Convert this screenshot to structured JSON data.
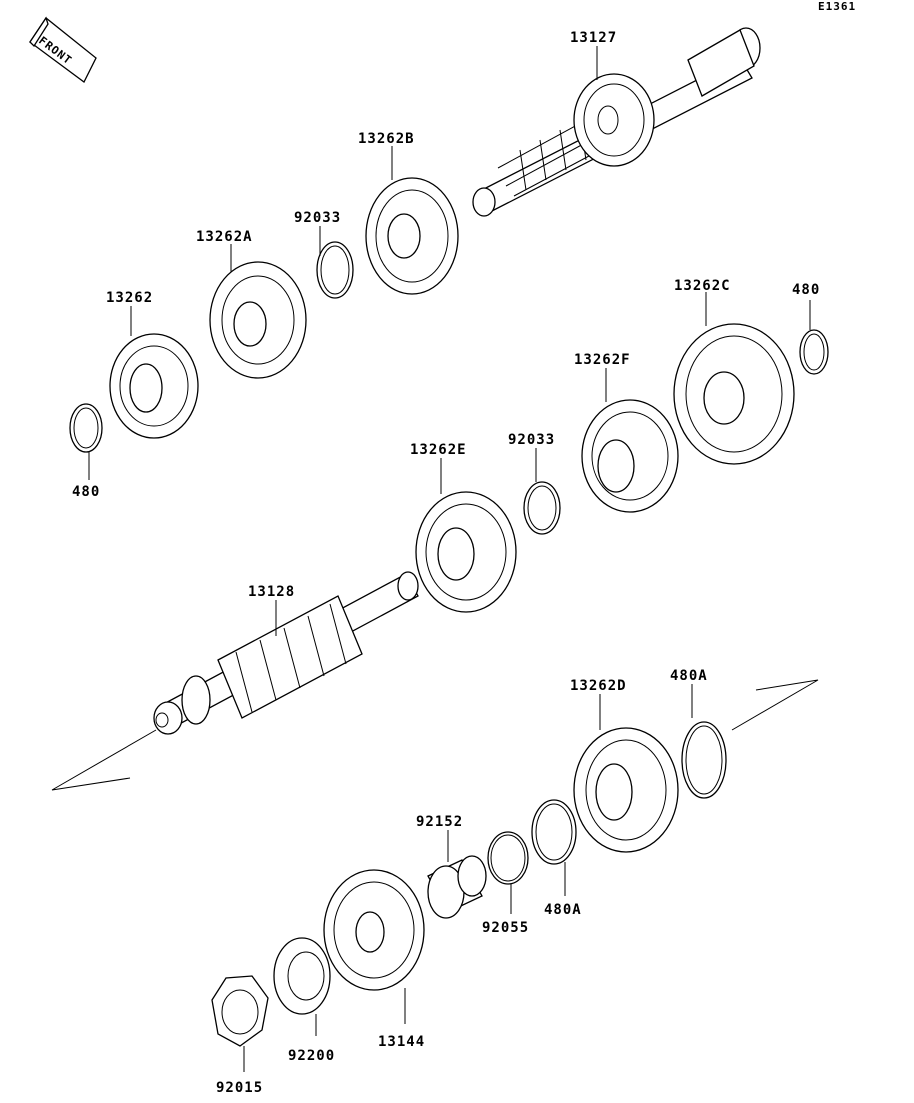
{
  "diagram": {
    "code": "E1361",
    "front_arrow": "FRONT",
    "labels": {
      "p13127": "13127",
      "p13262B": "13262B",
      "p92033_top": "92033",
      "p13262A": "13262A",
      "p13262": "13262",
      "p480_left": "480",
      "p13262C": "13262C",
      "p480_right": "480",
      "p13262F": "13262F",
      "p92033_mid": "92033",
      "p13262E": "13262E",
      "p13128": "13128",
      "p13262D": "13262D",
      "p480A_top": "480A",
      "p92152": "92152",
      "p92055": "92055",
      "p480A_bottom": "480A",
      "p13144": "13144",
      "p92200": "92200",
      "p92015": "92015"
    }
  }
}
